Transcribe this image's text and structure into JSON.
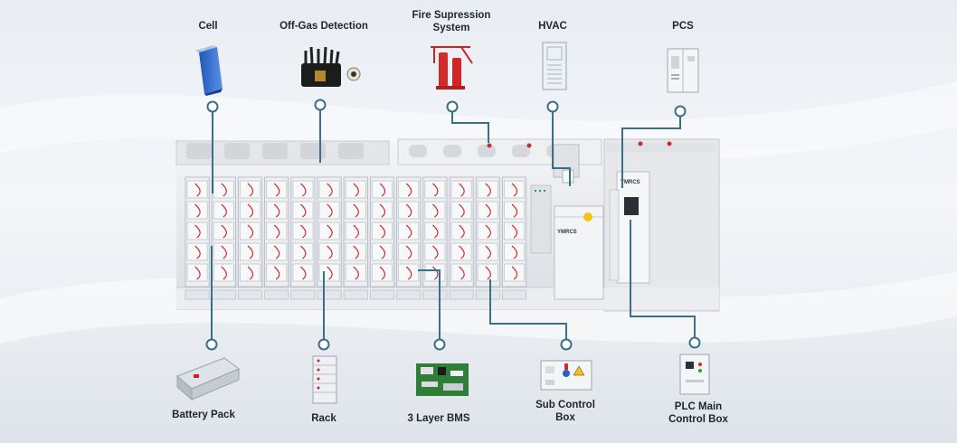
{
  "colors": {
    "connector": "#3a6f86",
    "accent_red": "#d12a2a"
  },
  "components": [
    {
      "id": "cell",
      "label": "Cell",
      "icon": "battery-cell-icon"
    },
    {
      "id": "off-gas",
      "label": "Off-Gas Detection",
      "icon": "gas-detector-icon"
    },
    {
      "id": "fire",
      "label": "Fire Supression System",
      "icon": "fire-suppression-icon"
    },
    {
      "id": "hvac",
      "label": "HVAC",
      "icon": "hvac-unit-icon"
    },
    {
      "id": "pcs",
      "label": "PCS",
      "icon": "pcs-cabinet-icon"
    },
    {
      "id": "battery-pack",
      "label": "Battery Pack",
      "icon": "battery-pack-icon"
    },
    {
      "id": "rack",
      "label": "Rack",
      "icon": "battery-rack-icon"
    },
    {
      "id": "bms",
      "label": "3 Layer BMS",
      "icon": "circuit-board-icon"
    },
    {
      "id": "sub-control",
      "label": "Sub Control Box",
      "icon": "sub-control-box-icon"
    },
    {
      "id": "plc",
      "label": "PLC Main Control Box",
      "icon": "plc-control-box-icon"
    }
  ],
  "brand_marks": {
    "cabinet_logo": "YMRCS"
  }
}
